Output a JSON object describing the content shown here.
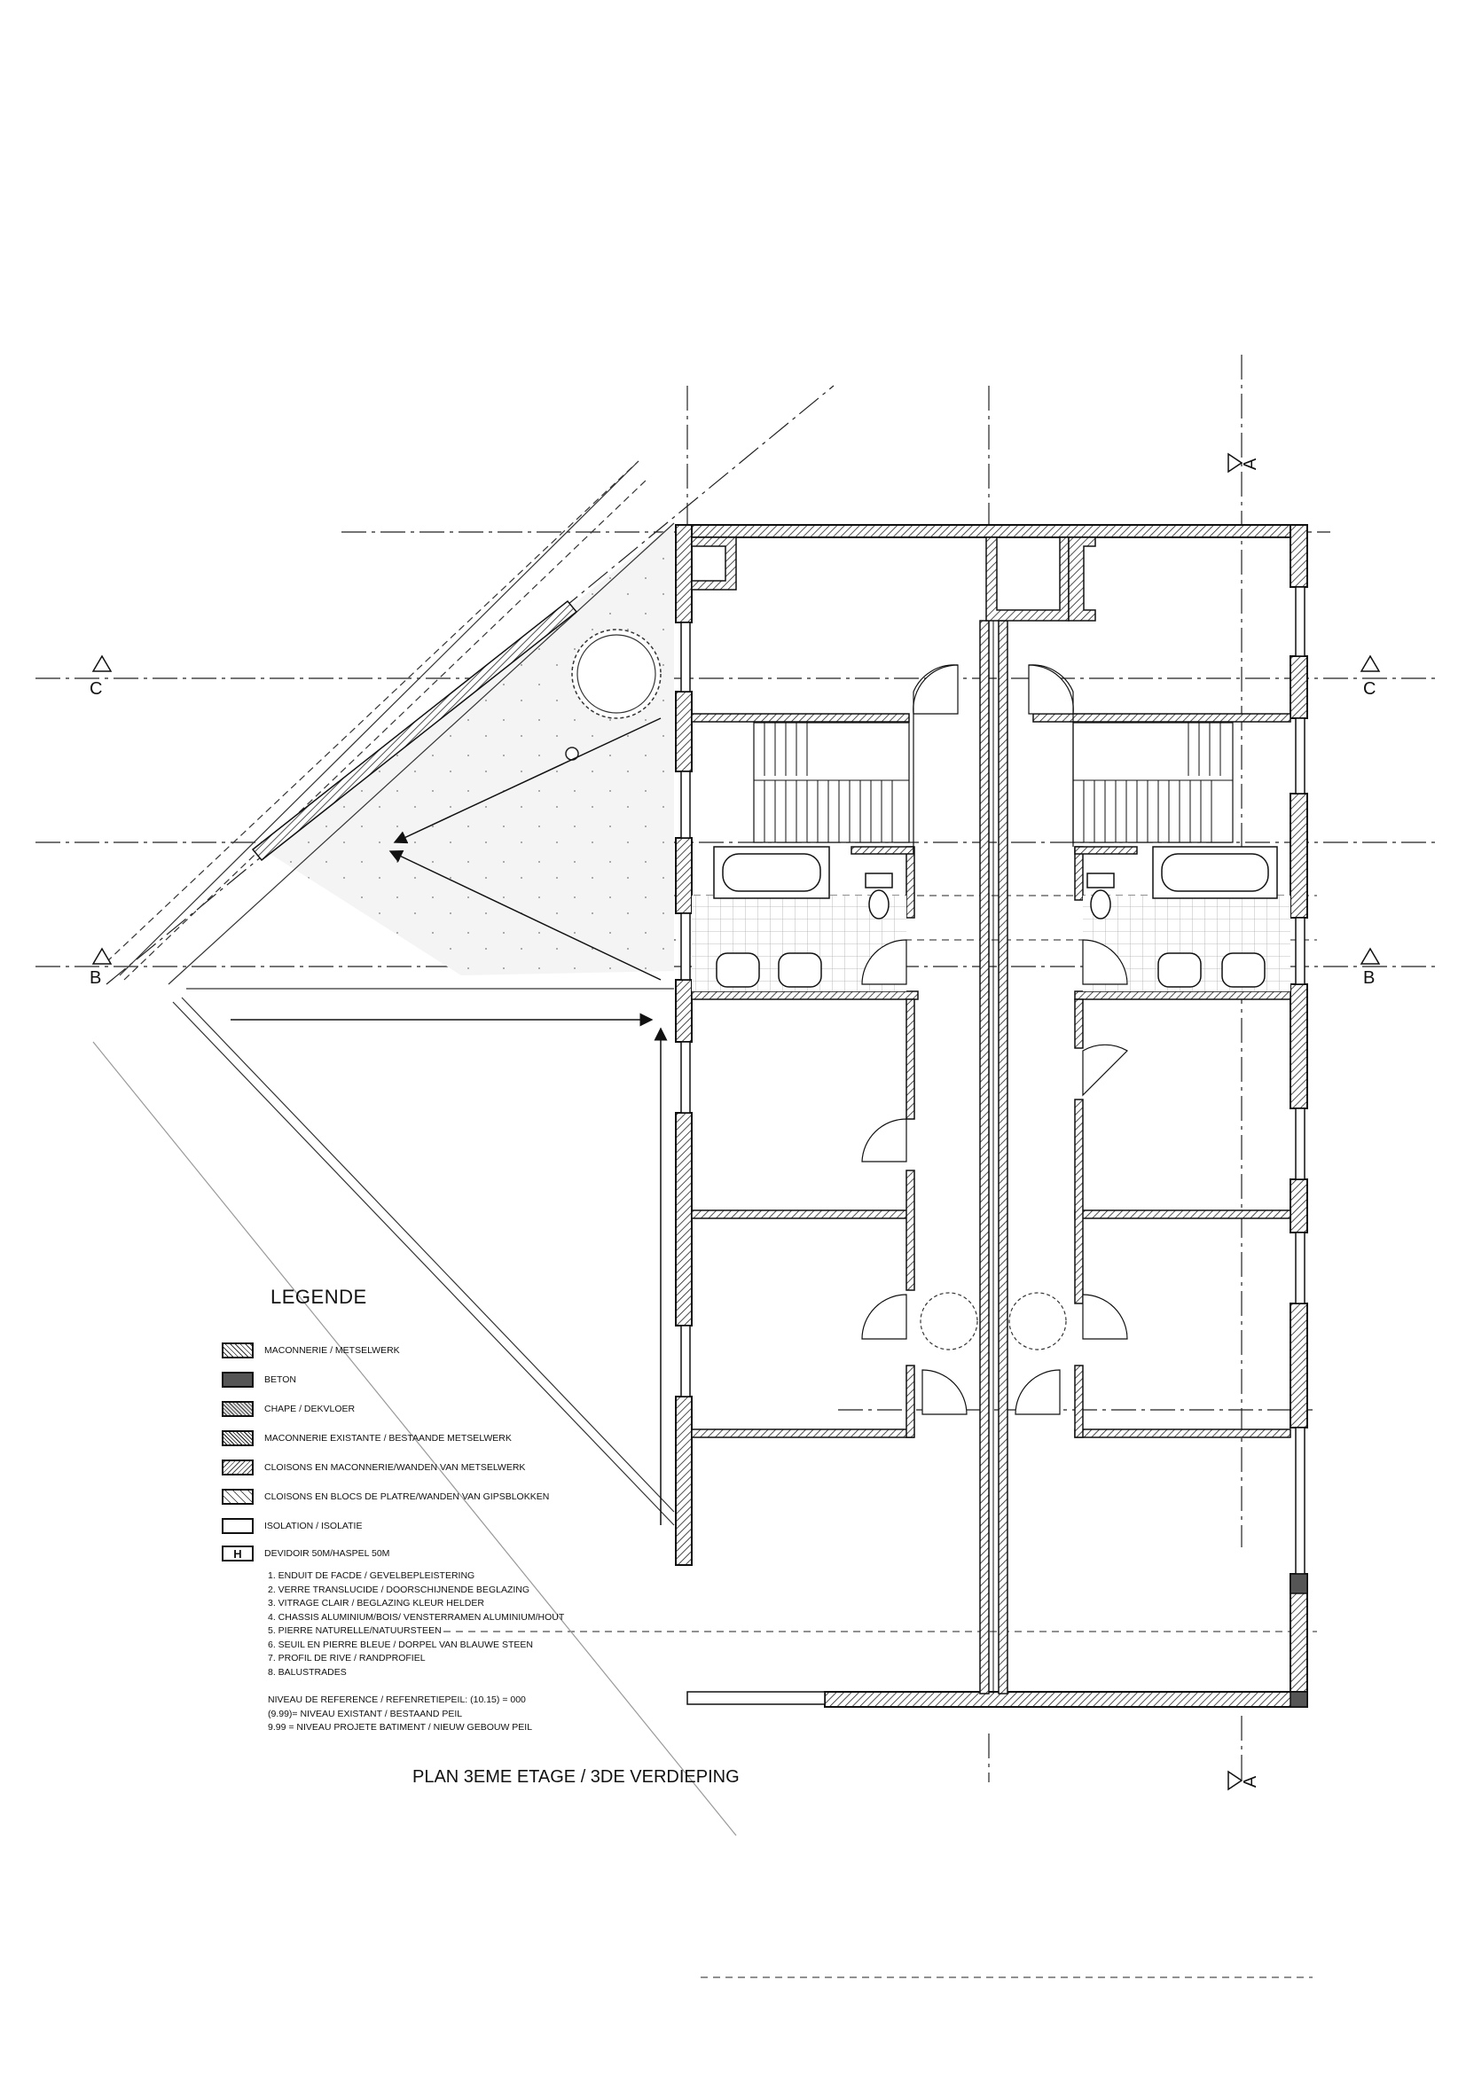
{
  "drawing_title": "PLAN 3EME ETAGE / 3DE VERDIEPING",
  "sections": {
    "a": "A",
    "b": "B",
    "c": "C"
  },
  "legend": {
    "title": "LEGENDE",
    "items": [
      {
        "label": "MACONNERIE / METSELWERK",
        "swatch": "sw-hatch"
      },
      {
        "label": "BETON",
        "swatch": "sw-solid"
      },
      {
        "label": "CHAPE / DEKVLOER",
        "swatch": "sw-chape"
      },
      {
        "label": "MACONNERIE EXISTANTE / BESTAANDE METSELWERK",
        "swatch": "sw-exist"
      },
      {
        "label": "CLOISONS EN MACONNERIE/WANDEN VAN METSELWERK",
        "swatch": "sw-cloison"
      },
      {
        "label": "CLOISONS EN BLOCS DE PLATRE/WANDEN VAN GIPSBLOKKEN",
        "swatch": "sw-platre"
      },
      {
        "label": "ISOLATION / ISOLATIE",
        "swatch": "sw-iso"
      }
    ],
    "devidoir": {
      "symbol": "H",
      "label": "DEVIDOIR 50M/HASPEL 50M"
    },
    "notes": [
      "1. ENDUIT DE FACDE / GEVELBEPLEISTERING",
      "2. VERRE TRANSLUCIDE / DOORSCHIJNENDE BEGLAZING",
      "3. VITRAGE CLAIR / BEGLAZING KLEUR HELDER",
      "4. CHASSIS ALUMINIUM/BOIS/ VENSTERRAMEN ALUMINIUM/HOUT",
      "5. PIERRE NATURELLE/NATUURSTEEN",
      "6. SEUIL EN PIERRE BLEUE / DORPEL VAN BLAUWE STEEN",
      "7. PROFIL DE RIVE / RANDPROFIEL",
      "8. BALUSTRADES"
    ],
    "levels": [
      "NIVEAU DE REFERENCE / REFENRETIEPEIL: (10.15) = 000",
      "(9.99)= NIVEAU EXISTANT / BESTAAND PEIL",
      "9.99 = NIVEAU PROJETE BATIMENT / NIEUW  GEBOUW PEIL"
    ]
  }
}
